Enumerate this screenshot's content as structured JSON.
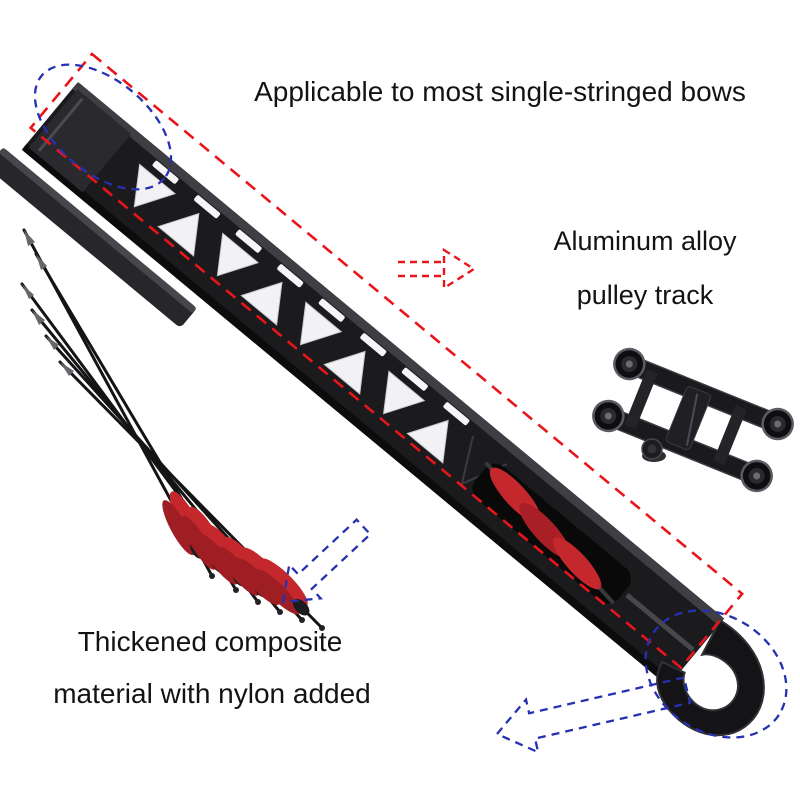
{
  "captions": {
    "top": "Applicable to most single-stringed bows",
    "pulley_line1": "Aluminum alloy",
    "pulley_line2": "pulley track",
    "material_line1": "Thickened composite",
    "material_line2": "material with nylon added"
  },
  "colors": {
    "background": "#ffffff",
    "text": "#131313",
    "annotation_red": "#e8151b",
    "annotation_blue": "#2531b0",
    "fletching_red": "#c4282d",
    "product_black": "#1b1b1d"
  },
  "icons": {
    "red_arrow": "dashed-right-arrow",
    "blue_arrow_fletching": "dashed-down-left-arrow",
    "blue_arrow_rail_end": "dashed-down-left-arrow"
  }
}
